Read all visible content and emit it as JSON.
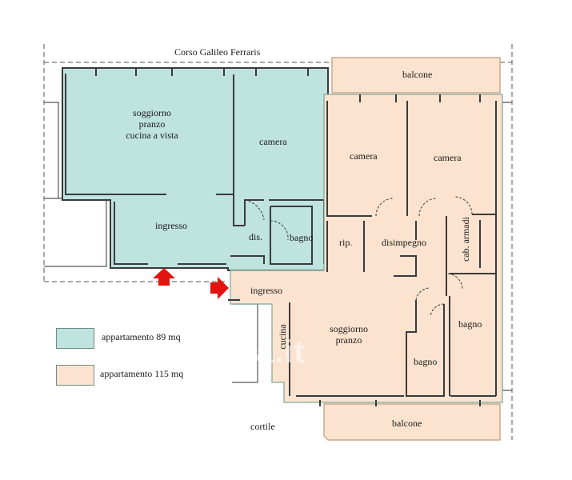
{
  "street": "Corso Galileo Ferraris",
  "courtyard": "cortile",
  "watermark": "casa.it",
  "colors": {
    "apartment_a": "#bfe3df",
    "apartment_b": "#fbe3cf",
    "wall": "#3b3b3b",
    "entrance_arrow": "#e3140f"
  },
  "apartment_a": {
    "rooms": {
      "living_line1": "soggiorno",
      "living_line2": "pranzo",
      "living_line3": "cucina a vista",
      "bedroom": "camera",
      "entrance": "ingresso",
      "closet": "dis.",
      "bathroom": "bagno"
    }
  },
  "apartment_b": {
    "rooms": {
      "balcony_top": "balcone",
      "bedroom_left": "camera",
      "bedroom_right": "camera",
      "storage": "rip.",
      "hallway": "disimpegno",
      "wardrobe_line1": "cab.",
      "wardrobe_line2": "armadi",
      "entrance": "ingresso",
      "kitchen": "cucina",
      "living_line1": "soggiorno",
      "living_line2": "pranzo",
      "bathroom_middle": "bagno",
      "bathroom_right": "bagno",
      "balcony_bottom": "balcone"
    }
  },
  "legend": [
    {
      "label": "appartamento 89 mq",
      "color": "#bfe3df"
    },
    {
      "label": "appartamento 115 mq",
      "color": "#fbe3cf"
    }
  ]
}
